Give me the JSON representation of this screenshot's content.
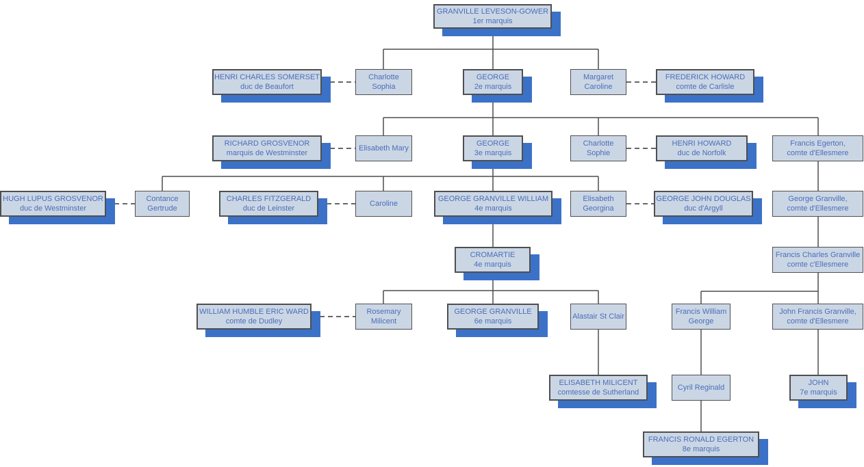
{
  "diagram_type": "family-tree",
  "colors": {
    "box_fill": "#cbd6e5",
    "box_border": "#4f4f4f",
    "shadow": "#3b72c8",
    "text": "#4a6eb8",
    "line": "#4d4d4d",
    "dash": "#666666",
    "background": "#ffffff"
  },
  "nodes": [
    {
      "line1": "GRANVILLE LEVESON-GOWER",
      "line2": "1er marquis"
    },
    {
      "line1": "HENRI CHARLES SOMERSET",
      "line2": "duc de Beaufort"
    },
    {
      "line1": "Charlotte",
      "line2": "Sophia"
    },
    {
      "line1": "GEORGE",
      "line2": "2e marquis"
    },
    {
      "line1": "Margaret",
      "line2": "Caroline"
    },
    {
      "line1": "FREDERICK HOWARD",
      "line2": "comte de Carlisle"
    },
    {
      "line1": "RICHARD GROSVENOR",
      "line2": "marquis de Westminster"
    },
    {
      "line1": "Elisabeth Mary"
    },
    {
      "line1": "GEORGE",
      "line2": "3e marquis"
    },
    {
      "line1": "Charlotte",
      "line2": "Sophie"
    },
    {
      "line1": "HENRI HOWARD",
      "line2": "duc de Norfolk"
    },
    {
      "line1": "Francis Egerton,",
      "line2": "comte d'Ellesmere"
    },
    {
      "line1": "HUGH LUPUS GROSVENOR",
      "line2": "duc de Westminster"
    },
    {
      "line1": "Contance",
      "line2": "Gertrude"
    },
    {
      "line1": "CHARLES FITZGERALD",
      "line2": "duc de Leinster"
    },
    {
      "line1": "Caroline"
    },
    {
      "line1": "GEORGE GRANVILLE WILLIAM",
      "line2": "4e marquis"
    },
    {
      "line1": "Elisabeth",
      "line2": "Georgina"
    },
    {
      "line1": "GEORGE JOHN DOUGLAS",
      "line2": "duc d'Argyll"
    },
    {
      "line1": "George Granville,",
      "line2": "comte d'Ellesmere"
    },
    {
      "line1": "CROMARTIE",
      "line2": "4e marquis"
    },
    {
      "line1": "Francis Charles Granville",
      "line2": "comte c'Ellesmere"
    },
    {
      "line1": "WILLIAM HUMBLE ERIC WARD",
      "line2": "comte de Dudley"
    },
    {
      "line1": "Rosemary",
      "line2": "Milicent"
    },
    {
      "line1": "GEORGE GRANVILLE",
      "line2": "6e marquis"
    },
    {
      "line1": "Alastair St Clair"
    },
    {
      "line1": "Francis William",
      "line2": "George"
    },
    {
      "line1": "John Francis Granville,",
      "line2": "comte d'Ellesmere"
    },
    {
      "line1": "ELISABETH MILICENT",
      "line2": "comtesse de Sutherland"
    },
    {
      "line1": "Cyril Reginald"
    },
    {
      "line1": "JOHN",
      "line2": "7e marquis"
    },
    {
      "line1": "FRANCIS RONALD EGERTON",
      "line2": "8e marquis"
    }
  ]
}
